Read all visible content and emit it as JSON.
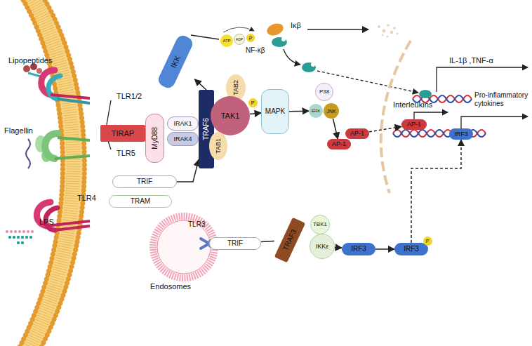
{
  "diagram": {
    "nodes": [
      {
        "text": [
          "IKK"
        ]
      },
      {
        "text": [
          "ATP"
        ]
      },
      {
        "text": [
          "ADP"
        ]
      },
      {
        "text": [
          "P"
        ]
      },
      {
        "text": [
          "TAB2"
        ]
      },
      {
        "text": [
          "TIRAP"
        ]
      },
      {
        "text": [
          "MyD88"
        ]
      },
      {
        "text": [
          "IRAK1"
        ]
      },
      {
        "text": [
          "IRAK4"
        ]
      },
      {
        "text": [
          "TRAF6"
        ]
      },
      {
        "text": [
          "TAK1"
        ]
      },
      {
        "text": [
          "TAB1"
        ]
      },
      {
        "text": [
          "P"
        ]
      },
      {
        "text": [
          "MAPK"
        ]
      },
      {
        "text": [
          "P38"
        ]
      },
      {
        "text": [
          "ERK"
        ]
      },
      {
        "text": [
          "JNK"
        ]
      },
      {
        "text": [
          "AP-1"
        ]
      },
      {
        "text": [
          "AP-1"
        ]
      },
      {
        "text": [
          "AP-1"
        ]
      },
      {
        "text": [
          "IRF3"
        ]
      },
      {
        "text": [
          "TRIF"
        ]
      },
      {
        "text": [
          "TRAM"
        ]
      },
      {
        "text": [
          "TRIF"
        ]
      },
      {
        "text": [
          "TRAF3"
        ]
      },
      {
        "text": [
          "TBK1"
        ]
      },
      {
        "text": [
          "IKKε"
        ]
      },
      {
        "text": [
          "IRF3"
        ]
      },
      {
        "text": [
          "IRF3"
        ]
      },
      {
        "text": [
          "P"
        ]
      }
    ],
    "edges": [
      {
        "from": 9,
        "to": 0,
        "arrow": "to"
      },
      {
        "from": 10,
        "to": 13,
        "arrow": "to"
      },
      {
        "from": 13,
        "to": 15,
        "arrow": "to"
      },
      {
        "from": 16,
        "to": 18,
        "arrow": "to"
      },
      {
        "from": 17,
        "to": 19,
        "arrow": "to"
      },
      {
        "from": 21,
        "to": 9,
        "arrow": "to"
      },
      {
        "from": 23,
        "to": 24,
        "arrow": "none"
      },
      {
        "from": 26,
        "to": 27,
        "arrow": "to"
      },
      {
        "from": 27,
        "to": 28,
        "arrow": "to"
      },
      {
        "from": 28,
        "to": 20,
        "arrow": "to"
      }
    ],
    "labels": [
      "Lipopeptides",
      "TLR1/2",
      "Flagellin",
      "TLR5",
      "TLR4",
      "LPS",
      "TLR3",
      "Endosomes",
      "Iκβ",
      "NF-κβ",
      "IL-1β ,TNF-α",
      "Interleukins",
      "Pro-inflammatory cytokines"
    ]
  }
}
